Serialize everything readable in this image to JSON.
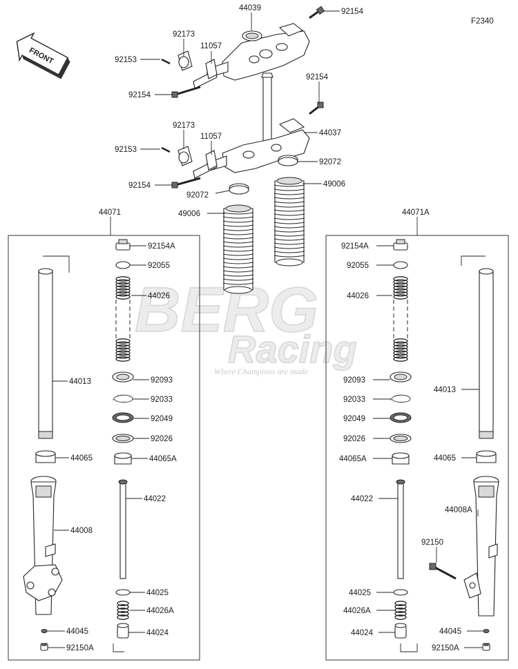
{
  "figure_code": "F2340",
  "front_label": "FRONT",
  "watermark": {
    "line1": "BERG",
    "line2": "Racing",
    "tagline": "Where Champions are made"
  },
  "labels": {
    "top_44039": "44039",
    "top_92154_a": "92154",
    "top_92173": "92173",
    "top_11057": "11057",
    "top_92153": "92153",
    "top_92154_b": "92154",
    "mid_92154_a": "92154",
    "mid_44037": "44037",
    "mid_92173": "92173",
    "mid_11057": "11057",
    "mid_92153": "92153",
    "mid_92072_a": "92072",
    "mid_92154_b": "92154",
    "mid_92072_b": "92072",
    "mid_49006_a": "49006",
    "mid_49006_b": "49006",
    "left_assy": "44071",
    "right_assy": "44071A",
    "l_92154A": "92154A",
    "l_92055": "92055",
    "l_44026": "44026",
    "l_44013": "44013",
    "l_92093": "92093",
    "l_92033": "92033",
    "l_92049": "92049",
    "l_92026": "92026",
    "l_44065": "44065",
    "l_44065A": "44065A",
    "l_44022": "44022",
    "l_44008": "44008",
    "l_44025": "44025",
    "l_44026A": "44026A",
    "l_44045": "44045",
    "l_44024": "44024",
    "l_92150A": "92150A",
    "r_92154A": "92154A",
    "r_92055": "92055",
    "r_44026": "44026",
    "r_92093": "92093",
    "r_44013": "44013",
    "r_92033": "92033",
    "r_92049": "92049",
    "r_92026": "92026",
    "r_44065A": "44065A",
    "r_44065": "44065",
    "r_44022": "44022",
    "r_44008A": "44008A",
    "r_92150": "92150",
    "r_44025": "44025",
    "r_44026A": "44026A",
    "r_44024": "44024",
    "r_44045": "44045",
    "r_92150A": "92150A"
  }
}
